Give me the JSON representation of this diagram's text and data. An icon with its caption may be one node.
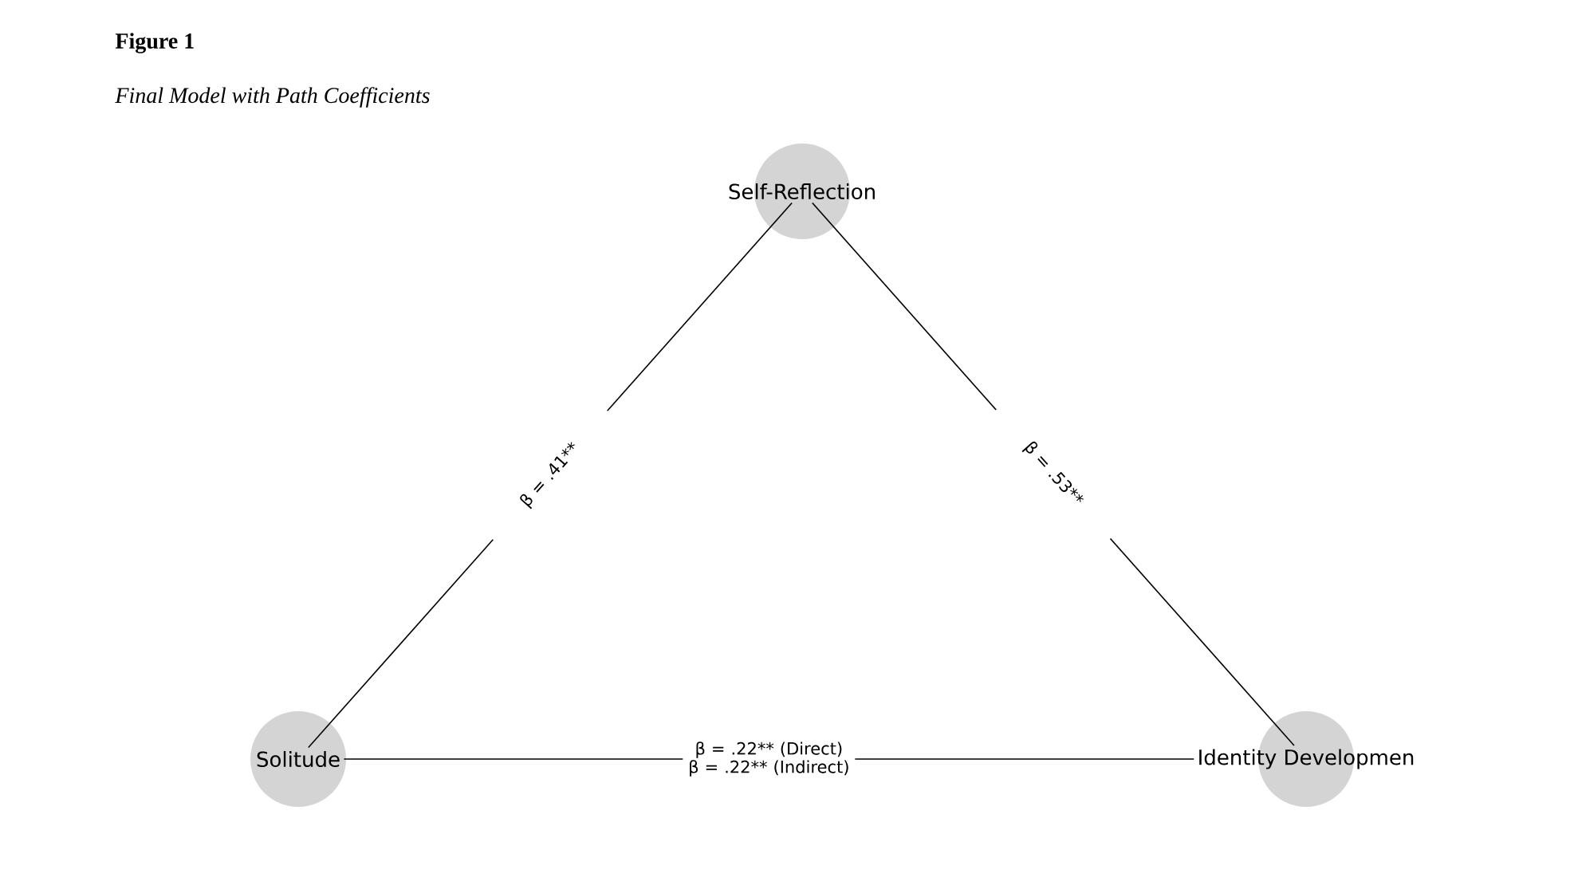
{
  "diagram": {
    "title": "Figure 1",
    "caption": "Final Model with Path Coefficients",
    "nodes": [
      {
        "text": [
          "Self-Reflection"
        ]
      },
      {
        "text": [
          "Solitude"
        ]
      },
      {
        "text": [
          "Identity Developmen"
        ]
      }
    ],
    "edges": [
      {
        "from": 1,
        "to": 0,
        "arrow": "none",
        "label": "β = .41**"
      },
      {
        "from": 0,
        "to": 2,
        "arrow": "none",
        "label": "β = .53**"
      },
      {
        "from": 1,
        "to": 2,
        "arrow": "none",
        "label": "β = .22** (Direct) β = .22** (Indirect)"
      }
    ]
  }
}
